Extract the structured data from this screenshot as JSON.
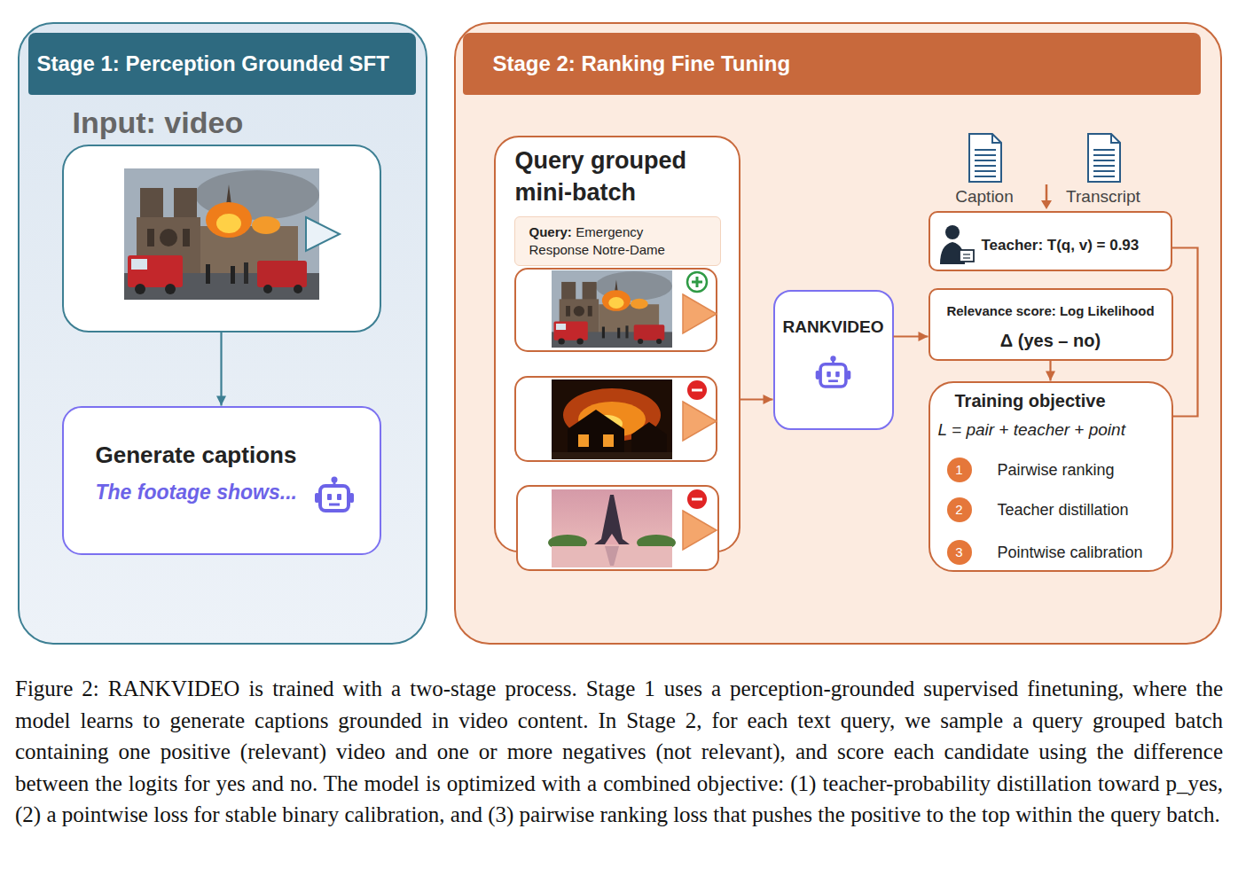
{
  "diagram": {
    "caption": "Figure 2: RANKVIDEO is trained with a two-stage process. Stage 1 uses a perception-grounded supervised finetuning, where the model learns to generate captions grounded in video content. In Stage 2, for each text query, we sample a query grouped batch containing one positive (relevant) video and one or more negatives (not relevant), and score each candidate using the difference between the logits for yes and no. The model is optimized with a combined objective: (1) teacher-probability distillation toward p_yes, (2) a pointwise loss for stable binary calibration, and (3) pairwise ranking loss that pushes the positive to the top within the query batch.",
    "nodes": [
      {
        "text": [
          "Stage 1: Perception Grounded SFT"
        ]
      },
      {
        "text": [
          "Input: video"
        ],
        "in": 0
      },
      {
        "text": [
          "Generate captions",
          "The footage shows..."
        ],
        "in": 0
      },
      {
        "text": [
          "Stage 2: Ranking Fine Tuning"
        ]
      },
      {
        "text": [
          "Query grouped mini-batch"
        ],
        "in": 3
      },
      {
        "text": [
          "Query:",
          "Emergency Response Notre-Dame"
        ],
        "in": 4
      },
      {
        "text": [
          "RANKVIDEO"
        ],
        "in": 3
      },
      {
        "text": [
          "Teacher: T(q, v) = 0.93"
        ],
        "in": 3
      },
      {
        "text": [
          "Relevance score: Log Likelihood",
          "Δ (yes – no)"
        ],
        "in": 3
      },
      {
        "text": [
          "Training objective",
          "L = pair + teacher + point",
          "Pairwise ranking",
          "Teacher distillation",
          "Pointwise calibration"
        ],
        "in": 3
      },
      {
        "text": [
          "1"
        ],
        "in": 9
      },
      {
        "text": [
          "2"
        ],
        "in": 9
      },
      {
        "text": [
          "3"
        ],
        "in": 9
      }
    ],
    "edges": [
      {
        "from": 1,
        "to": 2,
        "arrow": "to"
      },
      {
        "from": 4,
        "to": 6,
        "arrow": "to"
      },
      {
        "from": 6,
        "to": 8,
        "arrow": "to"
      },
      {
        "from": 8,
        "to": 9,
        "arrow": "to"
      },
      {
        "from": 7,
        "to": 9,
        "arrow": "none"
      }
    ],
    "labels": [
      "Caption",
      "Transcript"
    ]
  }
}
